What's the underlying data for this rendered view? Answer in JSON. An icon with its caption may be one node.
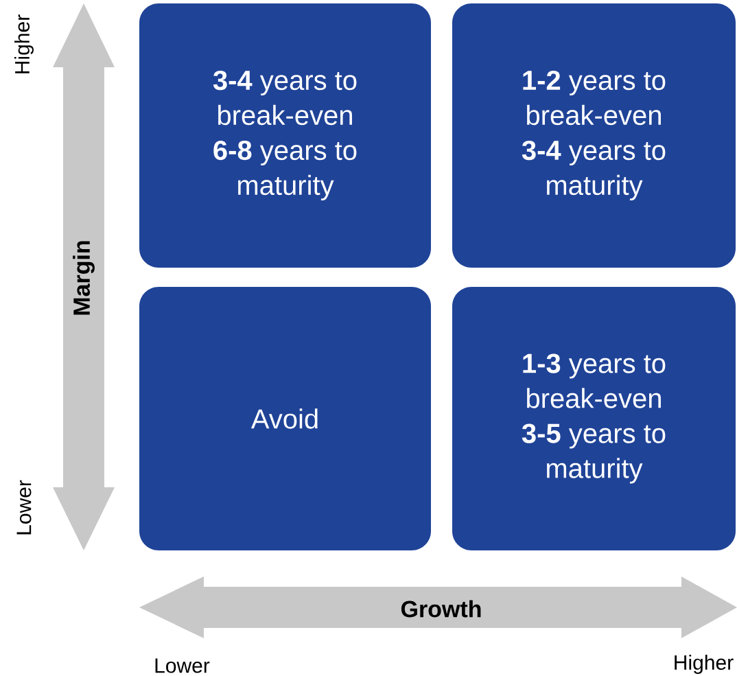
{
  "diagram": {
    "nodes": [
      {
        "text": [
          "**3-4** years to break-even",
          "**6-8** years to maturity"
        ]
      },
      {
        "text": [
          "**1-2** years to break-even",
          "**3-4** years to maturity"
        ]
      },
      {
        "text": [
          "Avoid"
        ]
      },
      {
        "text": [
          "**1-3** years to break-even",
          "**3-5** years to maturity"
        ]
      }
    ],
    "labels": [
      "Higher",
      "Margin",
      "Lower",
      "Growth",
      "Lower",
      "Higher"
    ]
  }
}
